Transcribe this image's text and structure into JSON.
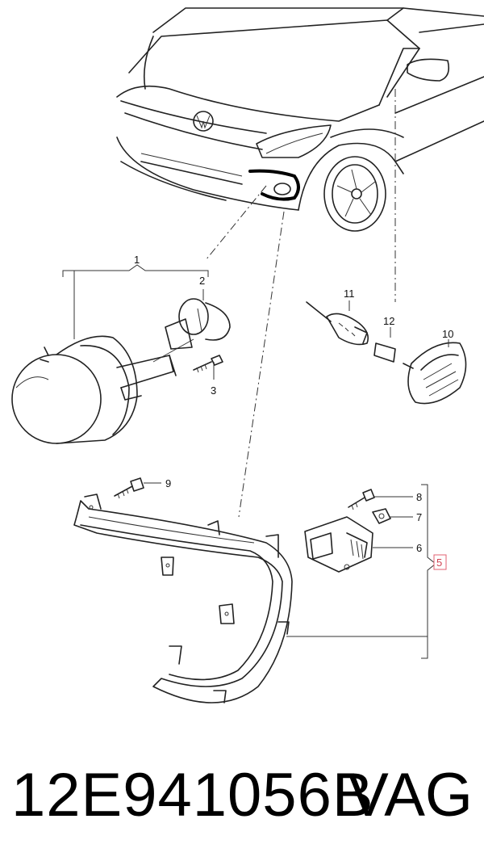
{
  "callouts": {
    "c1": "1",
    "c2": "2",
    "c3": "3",
    "c5": "5",
    "c6": "6",
    "c7": "7",
    "c8": "8",
    "c9": "9",
    "c10": "10",
    "c11": "11",
    "c12": "12"
  },
  "footer": {
    "part_number": "12E941056B",
    "brand": "VAG"
  },
  "colors": {
    "highlight": "#e06070",
    "line": "#222222"
  }
}
